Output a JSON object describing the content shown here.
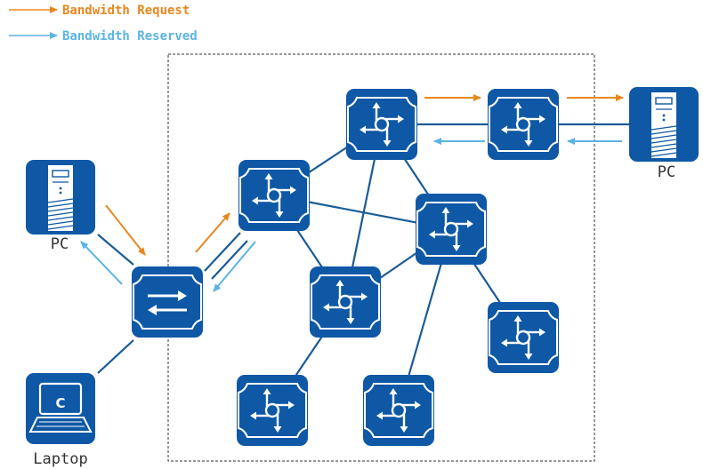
{
  "legend": {
    "request": "Bandwidth Request",
    "reserved": "Bandwidth Reserved"
  },
  "labels": {
    "pc_left": "PC",
    "pc_right": "PC",
    "laptop": "Laptop",
    "laptop_screen": "C"
  },
  "colors": {
    "request": "#e8871e",
    "reserved": "#5ab4e5",
    "device": "#0e58a6",
    "link": "#1a5b96",
    "domain_border": "#333333"
  },
  "icons": {
    "router": "router-icon",
    "switch": "switch-icon",
    "pc": "pc-tower-icon",
    "laptop": "laptop-icon"
  }
}
